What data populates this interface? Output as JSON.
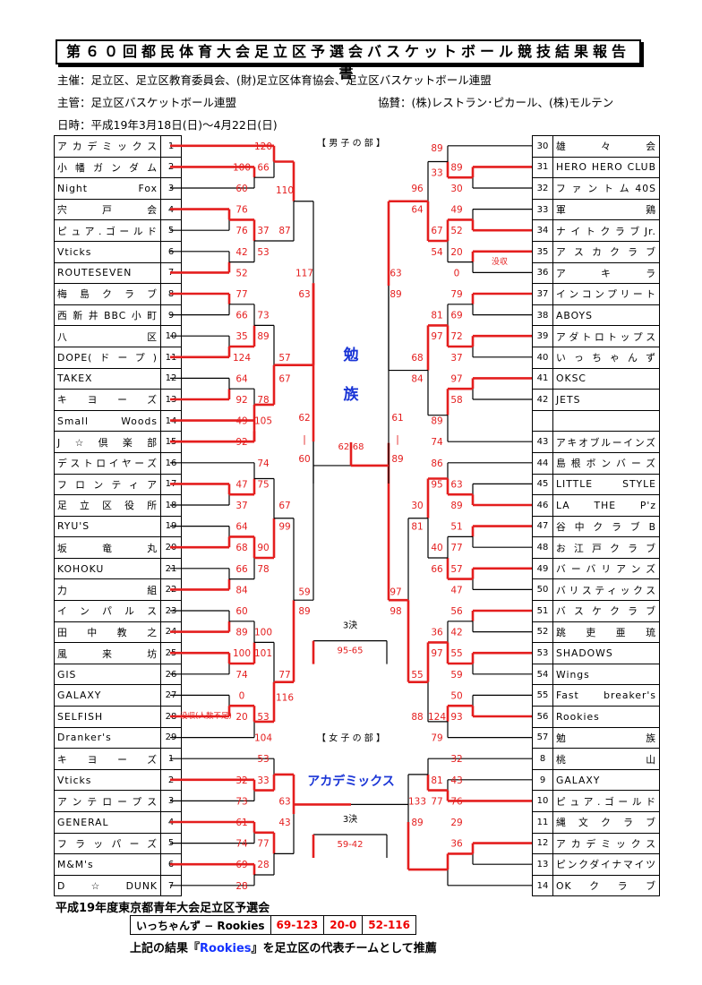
{
  "header": {
    "title": "第６０回都民体育大会足立区予選会バスケットボール競技結果報告書",
    "sponsor": "主催：足立区、足立区教育委員会、(財)足立区体育協会、足立区バスケットボール連盟",
    "organizer": "主管：足立区バスケットボール連盟",
    "support": "協賛：(株)レストラン･ピカール、(株)モルテン",
    "dates": "日時：平成19年3月18日(日)～4月22日(日)"
  },
  "colors": {
    "win": "#e41e1e",
    "line": "#000000",
    "champion": "#1a35d6"
  },
  "men": {
    "label": "【 男 子 の 部 】",
    "champion_chars": [
      "勉",
      "族"
    ],
    "final_left_score": [
      "62",
      "|",
      "60"
    ],
    "final_right_score": [
      "61",
      "|",
      "89"
    ],
    "final_result": "62-68",
    "third_label": "3決",
    "third_result": "95-65",
    "left_teams": [
      {
        "no": "1",
        "name": "アカデミックス"
      },
      {
        "no": "2",
        "name": "小幡ガンダム"
      },
      {
        "no": "3",
        "name": "Night Fox"
      },
      {
        "no": "4",
        "name": "宍 戸 会"
      },
      {
        "no": "5",
        "name": "ピュア.ゴールド"
      },
      {
        "no": "6",
        "name": "Vticks"
      },
      {
        "no": "7",
        "name": "ROUTESEVEN"
      },
      {
        "no": "8",
        "name": "梅島クラブ"
      },
      {
        "no": "9",
        "name": "西新井BBC小町"
      },
      {
        "no": "10",
        "name": "八 区"
      },
      {
        "no": "11",
        "name": "DOPE(ドープ)"
      },
      {
        "no": "12",
        "name": "TAKEX"
      },
      {
        "no": "13",
        "name": "キヨーズ"
      },
      {
        "no": "14",
        "name": "Small Woods"
      },
      {
        "no": "15",
        "name": "J☆倶楽部"
      },
      {
        "no": "16",
        "name": "デストロイヤーズ"
      },
      {
        "no": "17",
        "name": "フロンティア"
      },
      {
        "no": "18",
        "name": "足立区役所"
      },
      {
        "no": "19",
        "name": "RYU'S"
      },
      {
        "no": "20",
        "name": "坂 竜 丸"
      },
      {
        "no": "21",
        "name": "KOHOKU"
      },
      {
        "no": "22",
        "name": "力 組"
      },
      {
        "no": "23",
        "name": "インパルス"
      },
      {
        "no": "24",
        "name": "田 中 教 之"
      },
      {
        "no": "25",
        "name": "風 来 坊"
      },
      {
        "no": "26",
        "name": "GIS"
      },
      {
        "no": "27",
        "name": "GALAXY"
      },
      {
        "no": "28",
        "name": "SELFISH"
      },
      {
        "no": "29",
        "name": "Dranker's"
      }
    ],
    "right_teams": [
      {
        "no": "30",
        "name": "雄 々 会"
      },
      {
        "no": "31",
        "name": "HERO HERO CLUB"
      },
      {
        "no": "32",
        "name": "ファントム40S"
      },
      {
        "no": "33",
        "name": "軍 鶏"
      },
      {
        "no": "34",
        "name": "ナイトクラブJr."
      },
      {
        "no": "35",
        "name": "アスカクラブ"
      },
      {
        "no": "36",
        "name": "ア キ ラ"
      },
      {
        "no": "37",
        "name": "インコンプリート"
      },
      {
        "no": "38",
        "name": "ABOYS"
      },
      {
        "no": "39",
        "name": "アダトロトップス"
      },
      {
        "no": "40",
        "name": "いっちゃんず"
      },
      {
        "no": "41",
        "name": "OKSC"
      },
      {
        "no": "42",
        "name": "JETS"
      },
      {
        "no": "",
        "name": ""
      },
      {
        "no": "43",
        "name": "アキオブルーインズ"
      },
      {
        "no": "44",
        "name": "島根ボンバーズ"
      },
      {
        "no": "45",
        "name": "LITTLE STYLE"
      },
      {
        "no": "46",
        "name": "LA THE P'z"
      },
      {
        "no": "47",
        "name": "谷中クラブB"
      },
      {
        "no": "48",
        "name": "お江戸クラブ"
      },
      {
        "no": "49",
        "name": "バーバリアンズ"
      },
      {
        "no": "50",
        "name": "バリスティックス"
      },
      {
        "no": "51",
        "name": "バスケクラブ"
      },
      {
        "no": "52",
        "name": "跳 吏 亜 琉"
      },
      {
        "no": "53",
        "name": "SHADOWS"
      },
      {
        "no": "54",
        "name": "Wings"
      },
      {
        "no": "55",
        "name": "Fast breaker's"
      },
      {
        "no": "56",
        "name": "Rookies"
      },
      {
        "no": "57",
        "name": "勉 族"
      }
    ]
  },
  "women": {
    "label": "【 女 子 の 部 】",
    "champion": "アカデミックス",
    "third_label": "3決",
    "third_result": "59-42",
    "left_teams": [
      {
        "no": "1",
        "name": "キヨーズ"
      },
      {
        "no": "2",
        "name": "Vticks"
      },
      {
        "no": "3",
        "name": "アンテロープス"
      },
      {
        "no": "4",
        "name": "GENERAL"
      },
      {
        "no": "5",
        "name": "フラッパーズ"
      },
      {
        "no": "6",
        "name": "M&M's"
      },
      {
        "no": "7",
        "name": "D☆DUNK"
      }
    ],
    "right_teams": [
      {
        "no": "8",
        "name": "桃 山"
      },
      {
        "no": "9",
        "name": "GALAXY"
      },
      {
        "no": "10",
        "name": "ピュア.ゴールド"
      },
      {
        "no": "11",
        "name": "縄文クラブ"
      },
      {
        "no": "12",
        "name": "アカデミックス"
      },
      {
        "no": "13",
        "name": "ピンクダイナマイツ"
      },
      {
        "no": "14",
        "name": "OKクラブ"
      }
    ]
  },
  "scores": [
    "120",
    "66",
    "100",
    "60",
    "110",
    "87",
    "76",
    "76",
    "37",
    "53",
    "42",
    "52",
    "117",
    "63",
    "77",
    "73",
    "66",
    "35",
    "89",
    "124",
    "57",
    "64",
    "67",
    "92",
    "78",
    "49",
    "105",
    "92",
    "74",
    "47",
    "75",
    "37",
    "67",
    "64",
    "99",
    "68",
    "90",
    "66",
    "78",
    "84",
    "59",
    "89",
    "60",
    "89",
    "100",
    "100",
    "101",
    "74",
    "77",
    "0",
    "116",
    "20",
    "53",
    "104",
    "89",
    "89",
    "33",
    "30",
    "96",
    "64",
    "49",
    "52",
    "67",
    "20",
    "54",
    "0",
    "63",
    "89",
    "79",
    "81",
    "69",
    "72",
    "97",
    "37",
    "68",
    "84",
    "97",
    "58",
    "89",
    "74",
    "86",
    "63",
    "95",
    "89",
    "30",
    "81",
    "51",
    "40",
    "77",
    "66",
    "57",
    "47",
    "97",
    "98",
    "56",
    "36",
    "42",
    "97",
    "55",
    "59",
    "55",
    "50",
    "124",
    "93",
    "88",
    "79",
    "53",
    "32",
    "33",
    "73",
    "63",
    "61",
    "43",
    "74",
    "77",
    "69",
    "28",
    "28",
    "32",
    "81",
    "43",
    "76",
    "77",
    "133",
    "29",
    "89",
    "36"
  ],
  "notes": {
    "forfeit_men": "没収(人数不足)",
    "forfeit_right": "没収"
  },
  "youth": {
    "title": "平成19年度東京都青年大会足立区予選会",
    "matchup": "いっちゃんず − Rookies",
    "game1": "69-123",
    "game2": "20-0",
    "game3": "52-116",
    "note_prefix": "上記の結果『",
    "note_team": "Rookies",
    "note_suffix": "』を足立区の代表チームとして推薦"
  }
}
